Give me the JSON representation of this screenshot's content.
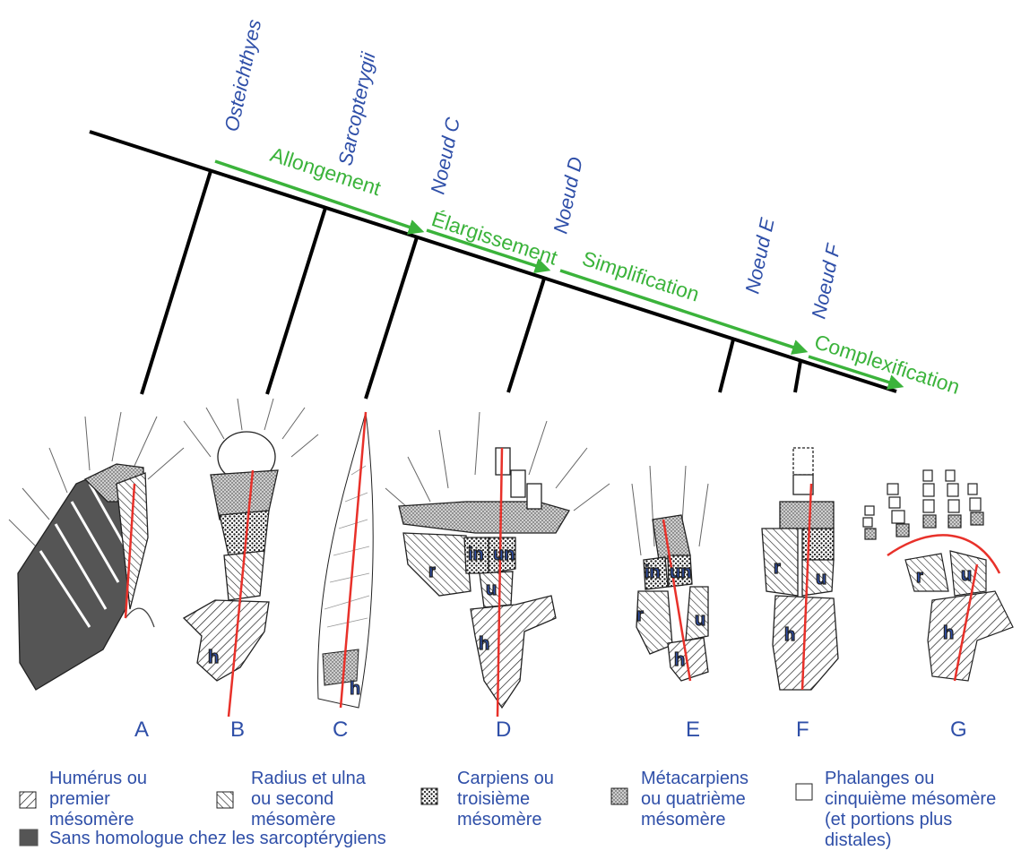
{
  "nodes": [
    "Osteichthyes",
    "Sarcopterygii",
    "Noeud C",
    "Noeud D",
    "Noeud E",
    "Noeud F"
  ],
  "trends": [
    "Allongement",
    "Élargissement",
    "Simplification",
    "Complexification"
  ],
  "panels": [
    "A",
    "B",
    "C",
    "D",
    "E",
    "F",
    "G"
  ],
  "bone_labels": {
    "h": "h",
    "r": "r",
    "u": "u",
    "in": "in",
    "un": "un"
  },
  "legend": {
    "humerus": [
      "Humérus ou",
      "premier",
      "mésomère"
    ],
    "radius": [
      "Radius et ulna",
      "ou second",
      "mésomère"
    ],
    "carpals": [
      "Carpiens ou",
      "troisième",
      "mésomère"
    ],
    "metacarpals": [
      "Métacarpiens",
      "ou quatrième",
      "mésomère"
    ],
    "phalanges": [
      "Phalanges ou",
      "cinquième mésomère",
      "(et portions plus",
      "distales)"
    ],
    "no_homolog": "Sans homologue chez les sarcoptérygiens"
  },
  "colors": {
    "label_blue": "#2f4fa8",
    "trend_green": "#3bb33b",
    "axis_red": "#e8312a",
    "dark_fill": "#555555"
  }
}
